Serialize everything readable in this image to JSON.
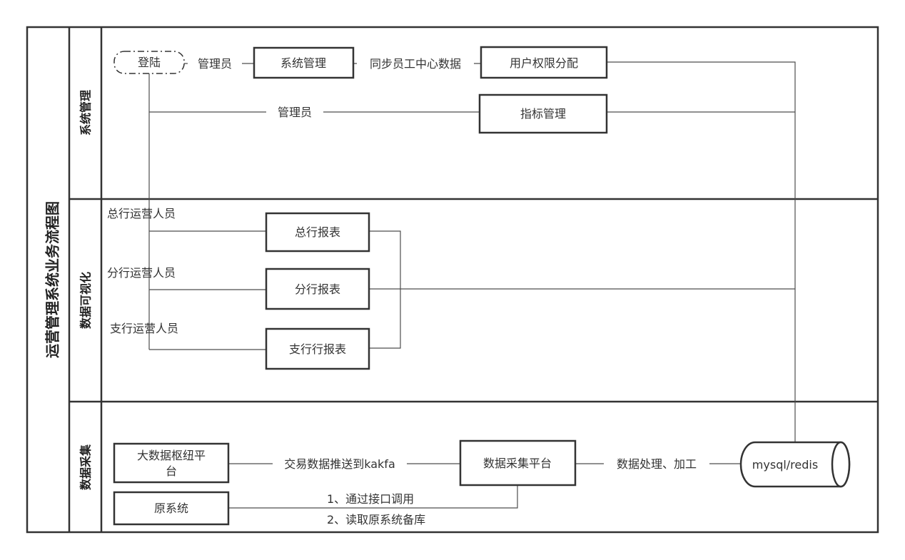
{
  "title": "运营管理系统业务流程图",
  "lanes": {
    "system": "系统管理",
    "visualization": "数据可视化",
    "collection": "数据采集"
  },
  "nodes": {
    "login": "登陆",
    "sys_mgmt": "系统管理",
    "user_perm": "用户权限分配",
    "index_mgmt": "指标管理",
    "hq_report": "总行报表",
    "branch_report": "分行报表",
    "sub_report": "支行行报表",
    "bigdata_l1": "大数据枢纽平",
    "bigdata_l2": "台",
    "legacy": "原系统",
    "collect_platform": "数据采集平台",
    "db": "mysql/redis"
  },
  "edges": {
    "admin1": "管理员",
    "sync": "同步员工中心数据",
    "admin2": "管理员",
    "hq_ops": "总行运营人员",
    "branch_ops": "分行运营人员",
    "sub_ops": "支行运营人员",
    "push": "交易数据推送到kakfa",
    "process": "数据处理、加工",
    "call1": "1、通过接口调用",
    "call2": "2、读取原系统备库"
  }
}
